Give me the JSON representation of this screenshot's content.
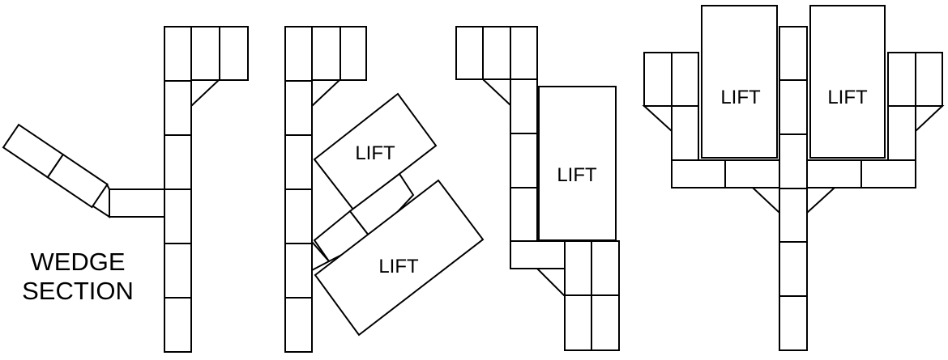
{
  "labels": {
    "wedge_line1": "WEDGE",
    "wedge_line2": "SECTION",
    "lift": "LIFT"
  },
  "colors": {
    "stroke": "#000000",
    "fill": "#ffffff"
  }
}
